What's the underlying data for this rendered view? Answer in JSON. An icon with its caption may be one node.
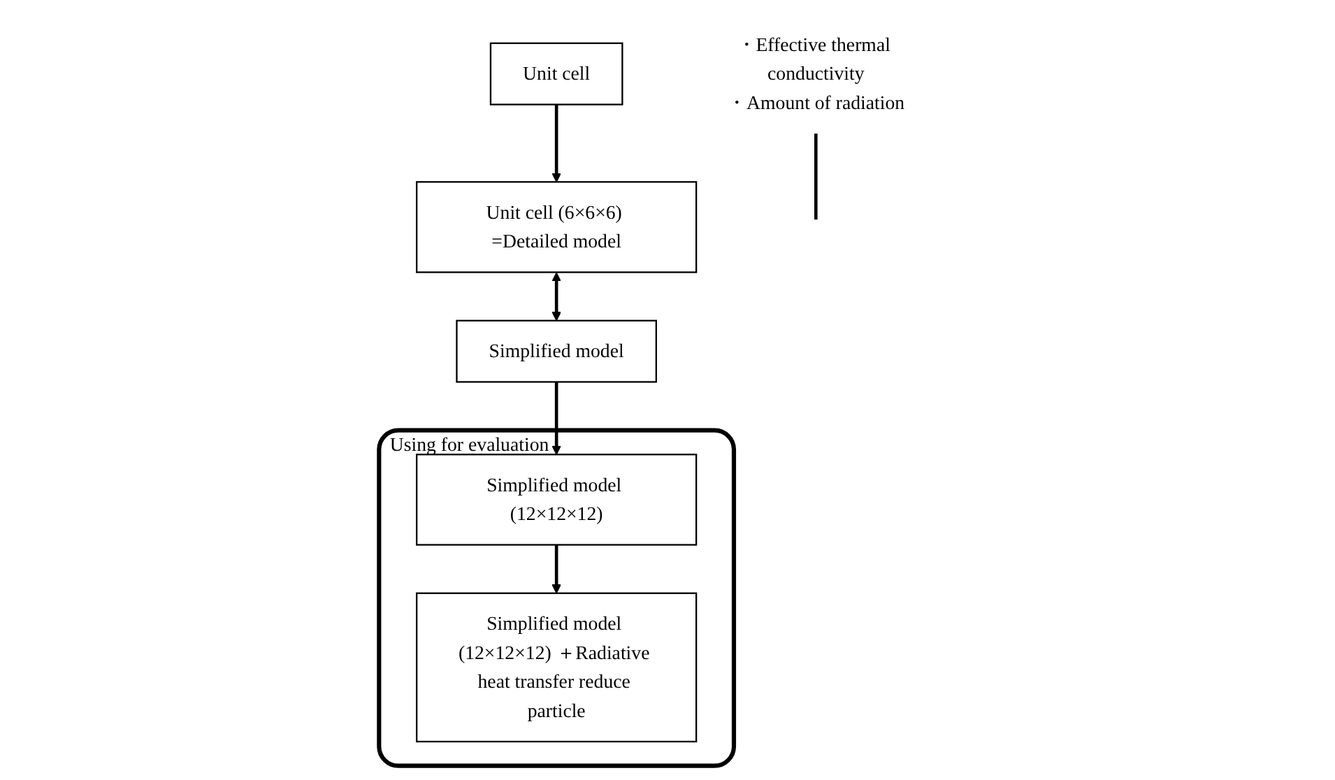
{
  "diagram": {
    "nodes": [
      {
        "text": [
          "Unit cell"
        ]
      },
      {
        "text": [
          "Unit cell (6×6×6) =Detailed model"
        ]
      },
      {
        "text": [
          "Simplified model"
        ]
      },
      {
        "text": [
          "Using for evaluation"
        ]
      },
      {
        "text": [
          "Simplified model (12×12×12)"
        ],
        "in": 3
      },
      {
        "text": [
          "Simplified model (12×12×12) ＋Radiative heat transfer reduce particle"
        ],
        "in": 3
      },
      {
        "text": [
          "・Effective thermal conductivity",
          "・Amount of radiation"
        ]
      }
    ],
    "edges": [
      {
        "from": 0,
        "to": 1,
        "arrow": "to"
      },
      {
        "from": 1,
        "to": 2,
        "arrow": "both"
      },
      {
        "from": 2,
        "to": 4,
        "arrow": "to"
      },
      {
        "from": 4,
        "to": 5,
        "arrow": "to"
      },
      {
        "from": 6,
        "to": null,
        "arrow": "none"
      }
    ]
  }
}
